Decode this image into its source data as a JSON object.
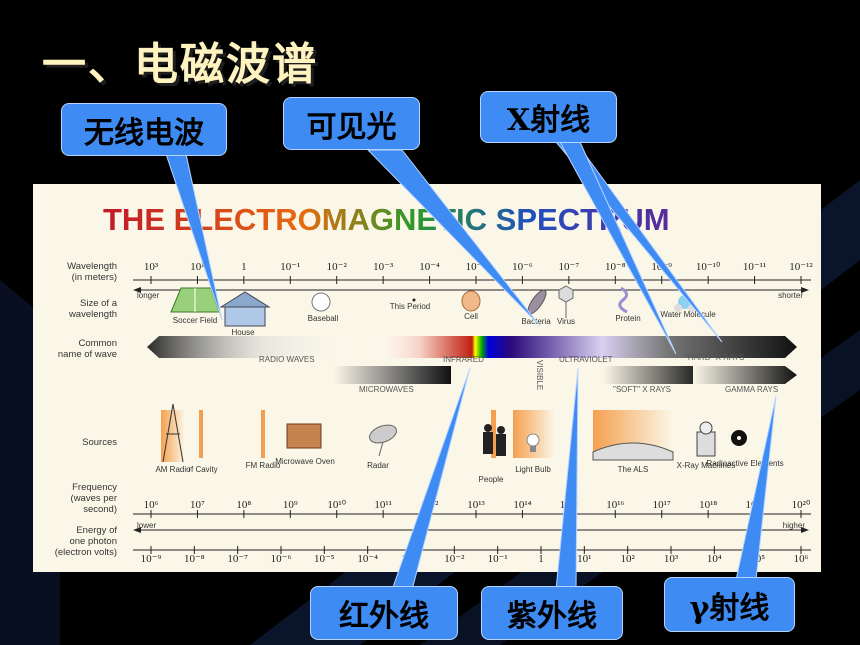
{
  "slide": {
    "title": "一、电磁波谱"
  },
  "callouts": {
    "radio": "无线电波",
    "visible": "可见光",
    "xray": "X射线",
    "infrared": "红外线",
    "uv": "紫外线",
    "gamma": "γ射线"
  },
  "spectrum": {
    "title": "THE ELECTROMAGNETIC SPECTRUM",
    "rows": {
      "wavelength_1": "Wavelength",
      "wavelength_2": "(in meters)",
      "size_1": "Size of a",
      "size_2": "wavelength",
      "common_1": "Common",
      "common_2": "name of wave",
      "sources": "Sources",
      "frequency_1": "Frequency",
      "frequency_2": "(waves per",
      "frequency_3": "second)",
      "energy_1": "Energy of",
      "energy_2": "one photon",
      "energy_3": "(electron volts)"
    },
    "wavelength_ticks": [
      "10³",
      "10¹",
      "1",
      "10⁻¹",
      "10⁻²",
      "10⁻³",
      "10⁻⁴",
      "10⁻⁵",
      "10⁻⁶",
      "10⁻⁷",
      "10⁻⁸",
      "10⁻⁹",
      "10⁻¹⁰",
      "10⁻¹¹",
      "10⁻¹²"
    ],
    "longer": "longer",
    "shorter": "shorter",
    "size_objects": [
      "Soccer Field",
      "House",
      "Baseball",
      "This Period",
      "Cell",
      "Bacteria",
      "Virus",
      "Protein",
      "Water Molecule"
    ],
    "bands": {
      "radio": "RADIO WAVES",
      "infrared": "INFRARED",
      "visible": "VISIBLE",
      "uv": "ULTRAVIOLET",
      "hard_x": "\"HARD\" X RAYS",
      "microwaves": "MICROWAVES",
      "soft_x": "\"SOFT\" X RAYS",
      "gamma": "GAMMA RAYS"
    },
    "sources": [
      "AM Radio",
      "rf Cavity",
      "FM Radio",
      "Microwave Oven",
      "Radar",
      "People",
      "Light Bulb",
      "The ALS",
      "X-Ray Machines",
      "Radioactive Elements"
    ],
    "frequency_ticks": [
      "10⁶",
      "10⁷",
      "10⁸",
      "10⁹",
      "10¹⁰",
      "10¹¹",
      "10¹²",
      "10¹³",
      "10¹⁴",
      "10¹⁵",
      "10¹⁶",
      "10¹⁷",
      "10¹⁸",
      "10¹⁹",
      "10²⁰"
    ],
    "lower": "lower",
    "higher": "higher",
    "energy_ticks": [
      "10⁻⁹",
      "10⁻⁸",
      "10⁻⁷",
      "10⁻⁶",
      "10⁻⁵",
      "10⁻⁴",
      "10⁻³",
      "10⁻²",
      "10⁻¹",
      "1",
      "10¹",
      "10²",
      "10³",
      "10⁴",
      "10⁵",
      "10⁶"
    ]
  },
  "colors": {
    "callout_fill": "#3d8bf3",
    "title_color": "#fff4c0",
    "chart_bg": "#fbf7e8",
    "background": "#000000"
  }
}
